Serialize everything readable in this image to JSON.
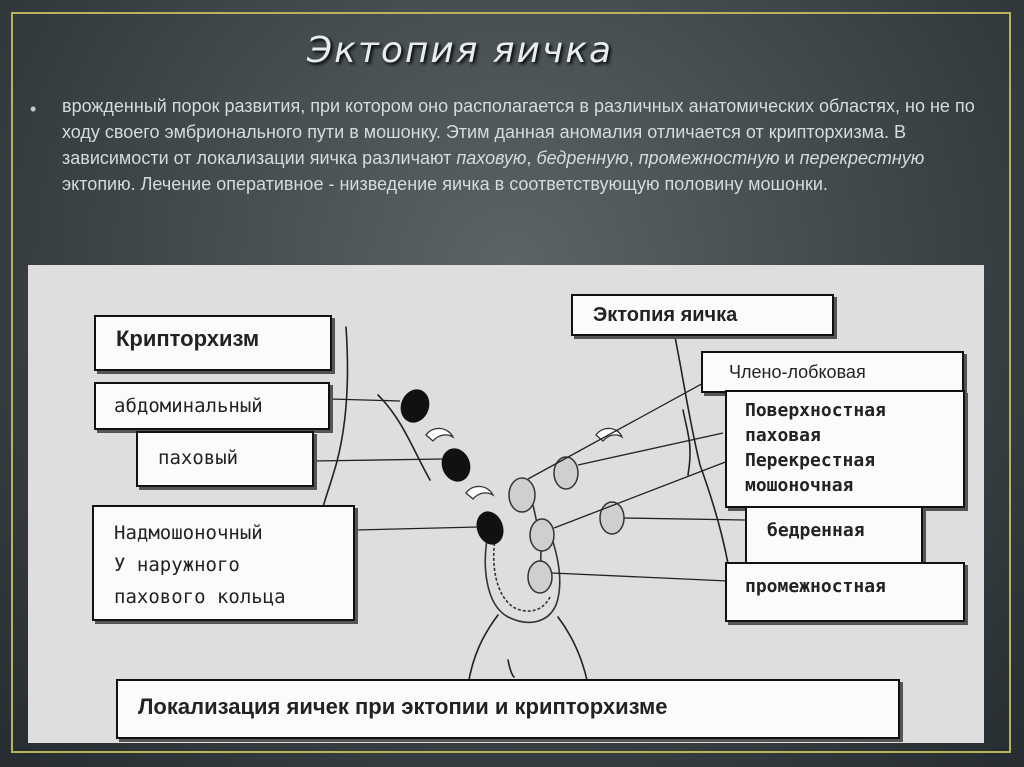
{
  "slide": {
    "title": "Эктопия яичка",
    "bullet": "•",
    "text_1": "врожденный порок развития, при котором оно располагается в различных анатомических областях, но не по ходу своего эмбрионального пути в мошонку. Этим данная аномалия отличается от крипторхизма. В зависимости от локализации яичка различают ",
    "term_1": "паховую",
    "sep_1": ", ",
    "term_2": "бедренную",
    "sep_2": ", ",
    "term_3": "промежностную",
    "sep_3": " и ",
    "term_4": "перекрестную",
    "text_2": " эктопию. Лечение оперативное - низведение яичка в соответствующую половину мошонки."
  },
  "figure": {
    "crypt_title": "Крипторхизм",
    "crypt_abdominal": "абдоминальный",
    "crypt_inguinal": "паховый",
    "crypt_supra_1": "Надмошоночный",
    "crypt_supra_2": "У наружного",
    "crypt_supra_3": "пахового кольца",
    "ect_title": "Эктопия яичка",
    "ect_penile": "Члено-лобковая",
    "ect_line_1": "Поверхностная",
    "ect_line_2": "паховая",
    "ect_line_3": "Перекрестная",
    "ect_line_4": "мошоночная",
    "ect_femoral": "бедренная",
    "ect_perineal": "промежностная",
    "caption": "Локализация яичек при  эктопии  и крипторхизме"
  },
  "colors": {
    "background": "#3d4548",
    "frame": "#b8b25a",
    "figure_bg": "#dedede"
  }
}
